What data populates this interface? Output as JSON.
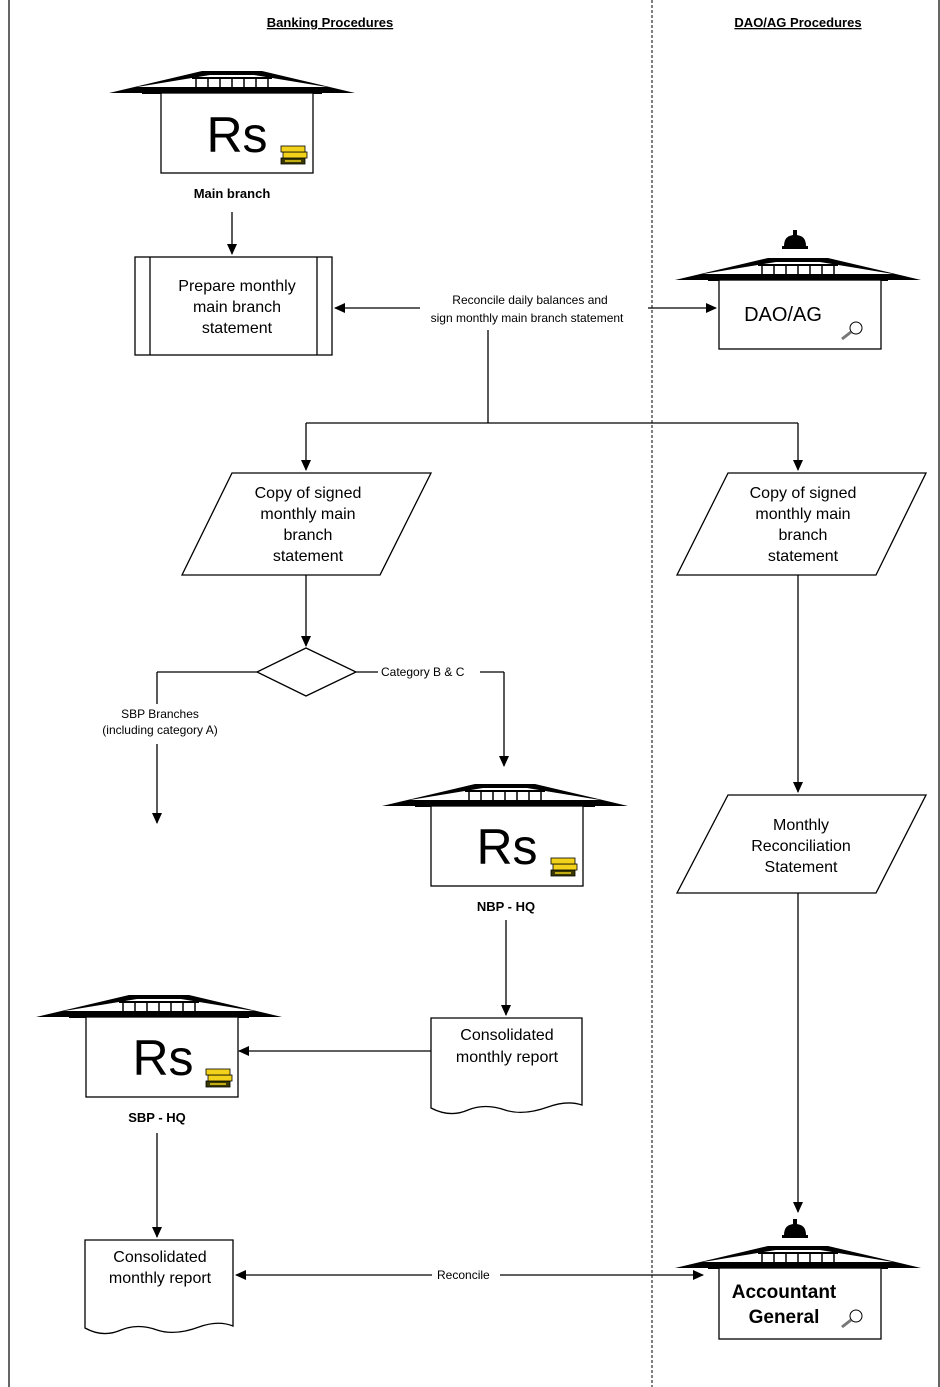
{
  "lanes": {
    "banking": "Banking Procedures",
    "dao_ag": "DAO/AG Procedures"
  },
  "nodes": {
    "main_branch": {
      "symbol": "Rs",
      "caption": "Main branch"
    },
    "prepare_statement": [
      "Prepare monthly",
      "main branch",
      "statement"
    ],
    "dao_ag": {
      "label": "DAO/AG"
    },
    "copy_left": [
      "Copy of signed",
      "monthly main",
      "branch",
      "statement"
    ],
    "copy_right": [
      "Copy of signed",
      "monthly main",
      "branch",
      "statement"
    ],
    "nbp_hq": {
      "symbol": "Rs",
      "caption": "NBP - HQ"
    },
    "reconciliation": [
      "Monthly",
      "Reconciliation",
      "Statement"
    ],
    "consolidated_nbp": [
      "Consolidated",
      "monthly report"
    ],
    "sbp_hq": {
      "symbol": "Rs",
      "caption": "SBP - HQ"
    },
    "consolidated_sbp": [
      "Consolidated",
      "monthly report"
    ],
    "accountant_general": [
      "Accountant",
      "General"
    ]
  },
  "edge_labels": {
    "reconcile_daily": [
      "Reconcile daily balances and",
      "sign monthly main branch statement"
    ],
    "category_bc": "Category B & C",
    "sbp_branches": [
      "SBP Branches",
      "(including category A)"
    ],
    "reconcile": "Reconcile"
  },
  "icons": {
    "building": "bank-building-icon",
    "money_stack": "money-stack-icon",
    "magnifier": "magnifier-icon",
    "dome": "dome-icon"
  },
  "colors": {
    "money_yellow": "#f2d21b",
    "line": "#000000"
  }
}
